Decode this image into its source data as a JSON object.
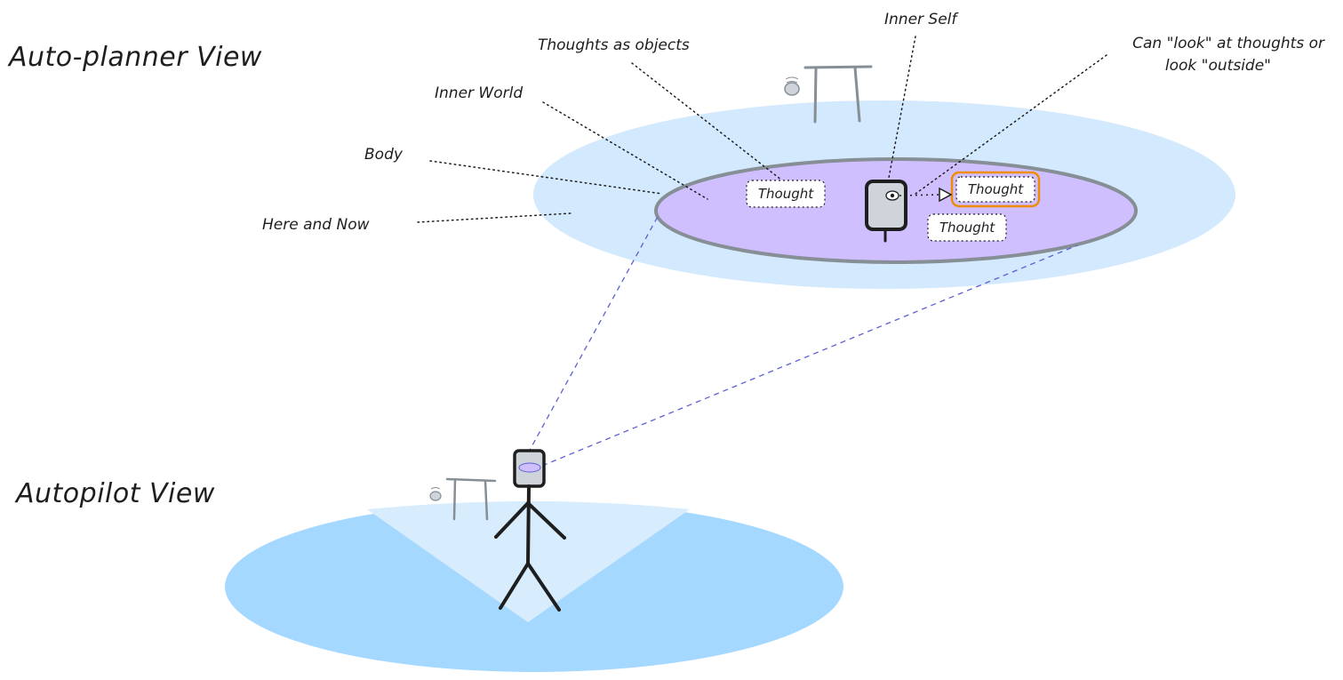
{
  "titles": {
    "top": "Auto-planner View",
    "bottom": "Autopilot View"
  },
  "labels": {
    "thoughts_as_objects": "Thoughts as objects",
    "inner_self": "Inner Self",
    "can_look_line1": "Can \"look\" at thoughts or",
    "can_look_line2": "look \"outside\"",
    "inner_world": "Inner World",
    "body": "Body",
    "here_and_now": "Here and Now"
  },
  "thoughts": [
    {
      "text": "Thought",
      "highlighted": false
    },
    {
      "text": "Thought",
      "highlighted": true
    },
    {
      "text": "Thought",
      "highlighted": false
    }
  ],
  "colors": {
    "outer_ellipse": "#d3e9fd",
    "inner_ellipse": "#d0bfff",
    "inner_ellipse_stroke": "#868e96",
    "ground_dark": "#a5d8ff",
    "ground_light": "#d7ecfd",
    "highlight": "#f08c00",
    "projection_line": "#5c5fd6",
    "stroke": "#1e1e1e",
    "prop_gray": "#868e96",
    "head_fill": "#ced4da"
  }
}
